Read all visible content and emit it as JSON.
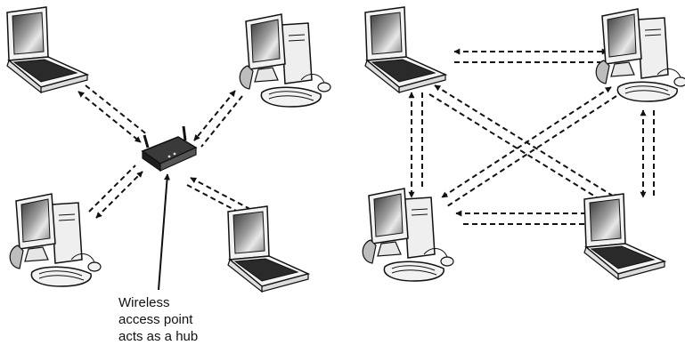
{
  "caption": {
    "lines": [
      "Wireless",
      "access point",
      "acts as a hub"
    ]
  },
  "diagrams": [
    {
      "mode": "infrastructure",
      "hub": "wireless-access-point",
      "devices": [
        {
          "type": "laptop"
        },
        {
          "type": "desktop-computer"
        },
        {
          "type": "desktop-computer"
        },
        {
          "type": "laptop"
        }
      ],
      "links": [
        [
          0,
          "hub"
        ],
        [
          1,
          "hub"
        ],
        [
          2,
          "hub"
        ],
        [
          3,
          "hub"
        ]
      ]
    },
    {
      "mode": "ad-hoc",
      "devices": [
        {
          "type": "laptop"
        },
        {
          "type": "desktop-computer"
        },
        {
          "type": "desktop-computer"
        },
        {
          "type": "laptop"
        }
      ],
      "links": [
        [
          0,
          1
        ],
        [
          0,
          2
        ],
        [
          0,
          3
        ],
        [
          1,
          2
        ],
        [
          1,
          3
        ],
        [
          2,
          3
        ]
      ]
    }
  ],
  "style": {
    "line_color": "#111111",
    "screen_color": "#7a7a7a",
    "body_color": "#f2f2f2"
  }
}
